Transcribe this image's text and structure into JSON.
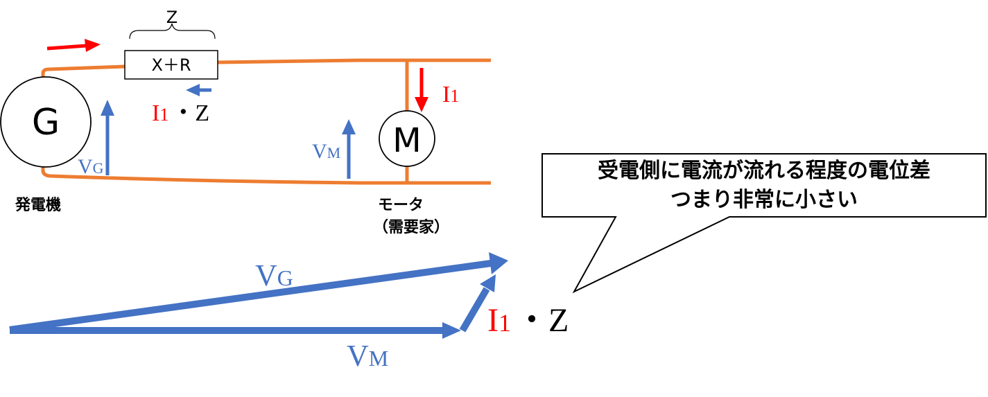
{
  "colors": {
    "wire": "#ED7D31",
    "current": "#FF0000",
    "voltage": "#4472C4",
    "text": "#000000",
    "callout_border": "#000000"
  },
  "impedance": {
    "brace_label": "Z",
    "box_label": "X＋R"
  },
  "generator": {
    "symbol": "G",
    "caption": "発電機"
  },
  "motor": {
    "symbol": "M",
    "caption_line1": "モータ",
    "caption_line2": "（需要家）"
  },
  "circuit_labels": {
    "current_I": "I",
    "current_sub": "1",
    "dot": "・",
    "z": "Z",
    "vg_main": "V",
    "vg_sub": "G",
    "vm_main": "V",
    "vm_sub": "M"
  },
  "callout": {
    "line1": "受電側に電流が流れる程度の電位差",
    "line2": "つまり非常に小さい"
  },
  "phasor": {
    "vg_main": "V",
    "vg_sub": "G",
    "vm_main": "V",
    "vm_sub": "M",
    "drop_I": "I",
    "drop_sub": "1",
    "drop_dot": "・",
    "drop_z": "Z"
  },
  "icons": [
    "current-arrow",
    "voltage-arrow",
    "curly-brace",
    "speech-callout"
  ]
}
